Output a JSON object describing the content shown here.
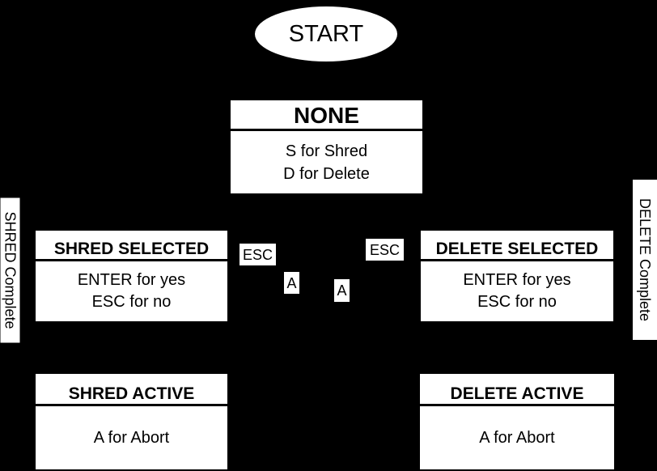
{
  "colors": {
    "background": "#000000",
    "node_fill": "#ffffff",
    "node_text": "#000000"
  },
  "diagram": {
    "start": {
      "label": "START"
    },
    "states": {
      "none": {
        "title": "NONE",
        "lines": [
          "S for Shred",
          "D for Delete"
        ]
      },
      "shred_selected": {
        "title": "SHRED SELECTED",
        "lines": [
          "ENTER for yes",
          "ESC for no"
        ]
      },
      "delete_selected": {
        "title": "DELETE SELECTED",
        "lines": [
          "ENTER for yes",
          "ESC for no"
        ]
      },
      "shred_active": {
        "title": "SHRED ACTIVE",
        "lines": [
          "A for Abort"
        ]
      },
      "delete_active": {
        "title": "DELETE ACTIVE",
        "lines": [
          "A for Abort"
        ]
      }
    },
    "edge_labels": {
      "esc_left": "ESC",
      "a_left": "A",
      "a_right": "A",
      "esc_right": "ESC",
      "shred_complete": "SHRED Complete",
      "delete_complete": "DELETE Complete"
    }
  }
}
